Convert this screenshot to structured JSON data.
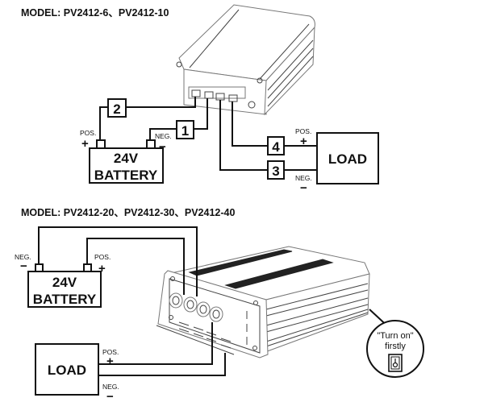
{
  "diagram_1": {
    "title": "MODEL: PV2412-6、PV2412-10",
    "battery": {
      "line1": "24V",
      "line2": "BATTERY",
      "pos_label": "POS.",
      "pos_sign": "+",
      "neg_label": "NEG.",
      "neg_sign": "−"
    },
    "load": {
      "label": "LOAD",
      "pos_label": "POS.",
      "pos_sign": "+",
      "neg_label": "NEG.",
      "neg_sign": "−"
    },
    "terminals": [
      "1",
      "2",
      "3",
      "4"
    ]
  },
  "diagram_2": {
    "title": "MODEL: PV2412-20、PV2412-30、PV2412-40",
    "battery": {
      "line1": "24V",
      "line2": "BATTERY",
      "pos_label": "POS.",
      "pos_sign": "+",
      "neg_label": "NEG.",
      "neg_sign": "−"
    },
    "load": {
      "label": "LOAD",
      "pos_label": "POS.",
      "pos_sign": "+",
      "neg_label": "NEG.",
      "neg_sign": "−"
    },
    "callout": {
      "line1": "\"Turn on\"",
      "line2": "firstly",
      "icon": "power-switch-icon"
    }
  }
}
